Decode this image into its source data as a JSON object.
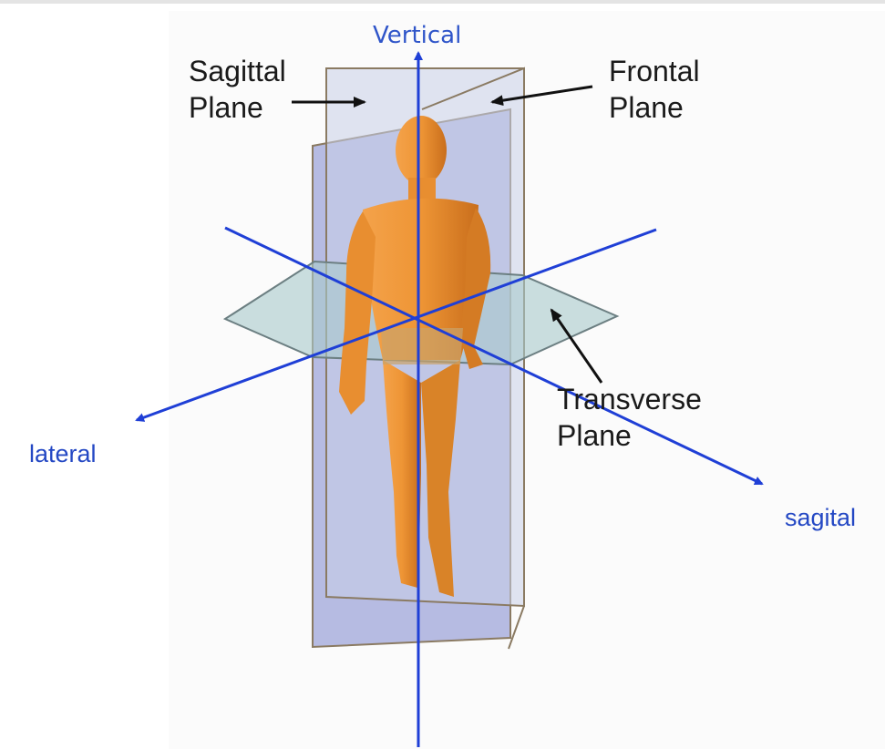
{
  "labels": {
    "sagittal_line1": "Sagittal",
    "sagittal_line2": "Plane",
    "frontal_line1": "Frontal",
    "frontal_line2": "Plane",
    "transverse_line1": "Transverse",
    "transverse_line2": "Plane",
    "vertical": "Vertical",
    "lateral": "lateral",
    "sagital": "sagital"
  },
  "colors": {
    "axis": "#1f3fd6",
    "frontal_plane_fill": "#9fa6d9",
    "sagittal_plane_fill": "#c9cfe8",
    "transverse_plane_fill": "#a9c9cc",
    "plane_edge": "#8a7a62",
    "body": "#ee9535",
    "arrow": "#111111"
  }
}
